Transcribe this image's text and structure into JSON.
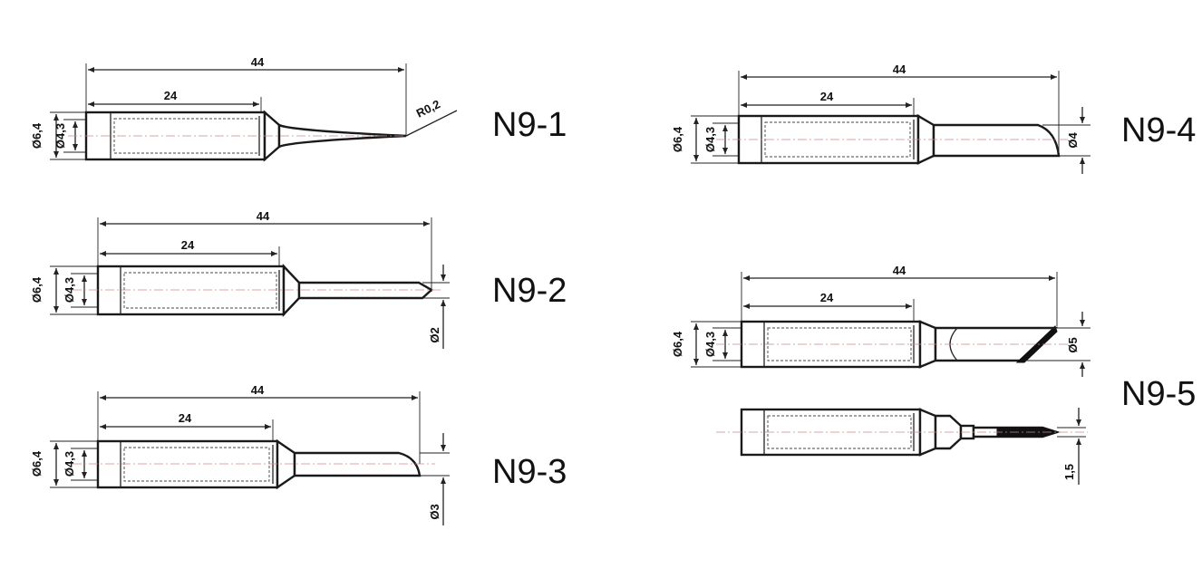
{
  "dimensions": {
    "overall_length": "44",
    "body_length": "24",
    "outer_diameter": "Ø6,4",
    "inner_diameter": "Ø4,3",
    "tip_radius": "R0,2",
    "tip_n9_2": "Ø2",
    "tip_n9_3": "Ø3",
    "tip_n9_4": "Ø4",
    "tip_n9_5": "Ø5",
    "tip_n9_5_thickness": "1,5"
  },
  "tips": [
    {
      "model": "N9-1"
    },
    {
      "model": "N9-2"
    },
    {
      "model": "N9-3"
    },
    {
      "model": "N9-4"
    },
    {
      "model": "N9-5"
    }
  ]
}
